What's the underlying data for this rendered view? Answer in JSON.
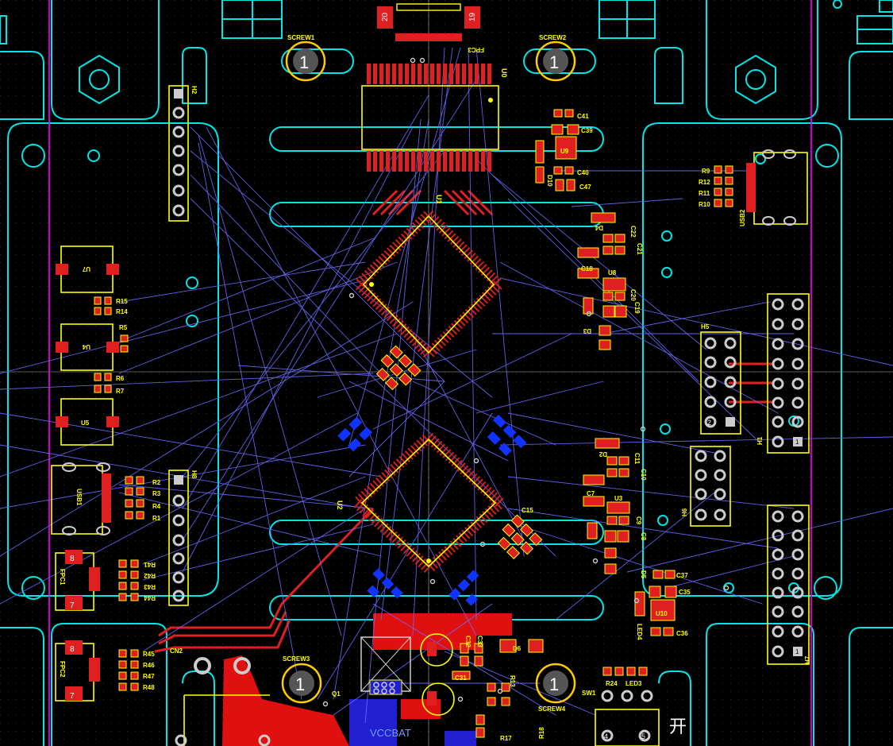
{
  "board": {
    "colors": {
      "background": "#000000",
      "outline": "#00e5e5",
      "board_edge": "#ff00ff",
      "silkscreen": "#ffff00",
      "pad_top": "#ff1a1a",
      "pad_bottom": "#1133ff",
      "ratsnest": "#6a6aff",
      "via": "#cccccc"
    },
    "screws": [
      {
        "ref": "SCREW1",
        "number": "1"
      },
      {
        "ref": "SCREW2",
        "number": "1"
      },
      {
        "ref": "SCREW3",
        "number": "1"
      },
      {
        "ref": "SCREW4",
        "number": "1"
      }
    ],
    "fpc_top": {
      "ref": "FPC3",
      "pin_left": "20",
      "pin_right": "19"
    },
    "ics": {
      "u0": "U0",
      "u1": "U1",
      "u2": "U2",
      "u3": "U3",
      "u4": "U4",
      "u5": "U5",
      "u7": "U7",
      "u8": "U8",
      "u9": "U9",
      "u10": "U10",
      "usb1": "USB1",
      "usb2": "USB2"
    },
    "headers": {
      "h1": "H1",
      "h2": "H2",
      "h5": "H5",
      "h6": "H6",
      "h7": "H7",
      "h8": "H8"
    },
    "fpc_left": [
      {
        "ref": "FPC1",
        "pin_top": "8",
        "pin_bottom": "7"
      },
      {
        "ref": "FPC2",
        "pin_top": "8",
        "pin_bottom": "7"
      }
    ],
    "resistors_left_top": [
      "R15",
      "R14",
      "R5",
      "R6",
      "R7"
    ],
    "resistors_usb1": [
      "R2",
      "R3",
      "R4",
      "R1"
    ],
    "resistors_fpc1": [
      "R41",
      "R42",
      "R43",
      "R44"
    ],
    "resistors_fpc2": [
      "R45",
      "R46",
      "R47",
      "R48"
    ],
    "resistors_usb2": [
      "R9",
      "R12",
      "R11",
      "R10"
    ],
    "caps_right_top": [
      "C41",
      "C39",
      "C40",
      "C47",
      "C21",
      "C22",
      "C18",
      "C19",
      "C20"
    ],
    "caps_right_mid": [
      "C11",
      "C10",
      "C7",
      "C8",
      "C9",
      "C37",
      "C35",
      "C36"
    ],
    "diodes": [
      "D4",
      "D3",
      "D2",
      "D5",
      "D10",
      "LED4",
      "LED3"
    ],
    "misc": {
      "cn2": "CN2",
      "sw1": "SW1",
      "q1": "Q1",
      "r24": "R24",
      "r13": "R13",
      "r17": "R17",
      "r18": "R18",
      "c15": "C15",
      "c31": "C31",
      "c32": "C32",
      "c33": "C33",
      "d6": "D6",
      "vccbat": "VCCBAT",
      "pin2": "2",
      "h1_pin_marker": "1",
      "h7_pin_marker": "1",
      "sw_pin4": "4",
      "sw_pin5": "5",
      "kanji": "开"
    }
  }
}
